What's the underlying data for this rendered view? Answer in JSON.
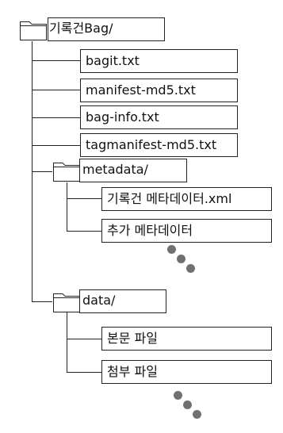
{
  "root": {
    "label": "기록건Bag/",
    "icon": "folder-icon"
  },
  "root_files": [
    {
      "label": "bagit.txt"
    },
    {
      "label": "manifest-md5.txt"
    },
    {
      "label": "bag-info.txt"
    },
    {
      "label": "tagmanifest-md5.txt"
    }
  ],
  "metadata_folder": {
    "label": "metadata/",
    "icon": "folder-icon",
    "children": [
      {
        "label": "기록건 메타데이터.xml"
      },
      {
        "label": "추가 메타데이터"
      }
    ]
  },
  "data_folder": {
    "label": "data/",
    "icon": "folder-icon",
    "children": [
      {
        "label": "본문 파일"
      },
      {
        "label": "첨부 파일"
      }
    ]
  },
  "colors": {
    "line": "#222222",
    "dot": "#707070"
  }
}
